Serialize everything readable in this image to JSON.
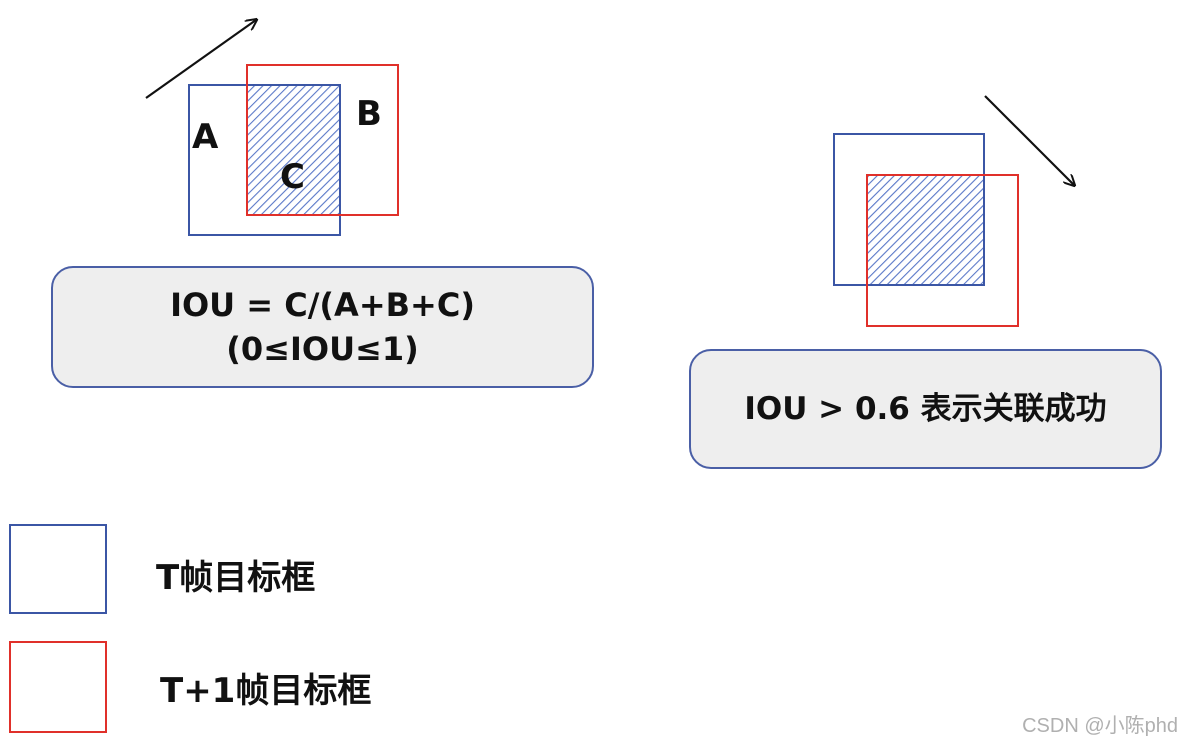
{
  "left_diagram": {
    "box_a_label": "A",
    "box_b_label": "B",
    "overlap_label": "C",
    "formula_line1": "IOU = C/(A+B+C)",
    "formula_line2": "(0≤IOU≤1)"
  },
  "right_diagram": {
    "statement": "IOU > 0.6 表示关联成功"
  },
  "legend": {
    "items": [
      {
        "label": "T帧目标框",
        "color": "#3b56a5"
      },
      {
        "label": "T+1帧目标框",
        "color": "#e0302a"
      }
    ]
  },
  "watermark": "CSDN @小陈phd",
  "colors": {
    "frame_t": "#3b56a5",
    "frame_t1": "#e0302a",
    "hatch": "#5a78c8",
    "box_fill": "#eeeeee",
    "box_border": "#4a5fa6"
  }
}
